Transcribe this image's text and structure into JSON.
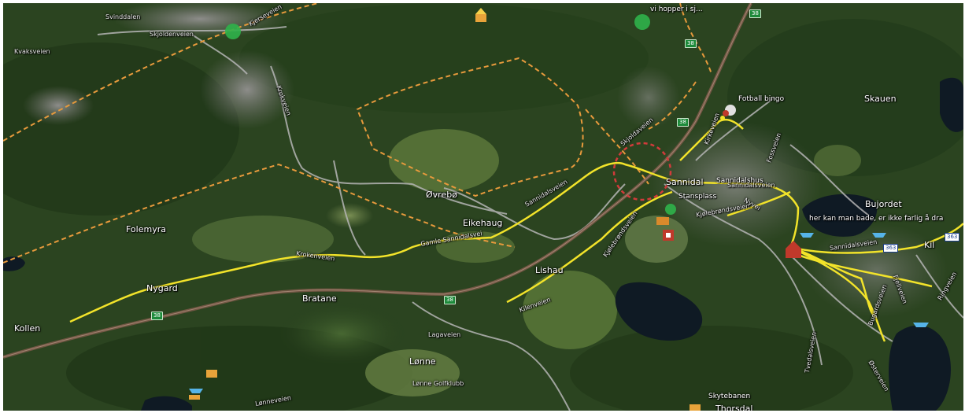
{
  "map": {
    "labels": {
      "folemyra": "Folemyra",
      "nygard": "Nygard",
      "kollen": "Kollen",
      "bratane": "Bratane",
      "ovrebo": "Øvrebø",
      "eikehaug": "Eikehaug",
      "lishau": "Lishau",
      "lonne": "Lønne",
      "sannidal": "Sannidal",
      "skauen": "Skauen",
      "bujordet": "Bujordet",
      "kil": "Kil",
      "thorsdal": "Thorsdal",
      "skytebanen": "Skytebanen",
      "fotball_bingo": "Fotball bingo",
      "vi_hopper": "vi hopper i sj...",
      "her_kan_man_bade": "her kan man bade, er ikke farlig å dra",
      "stansplass": "Stansplass",
      "sannidal_hus": "Sannidalshus",
      "lonne_golfklubb": "Lønne Golfklubb"
    },
    "roads": {
      "svinddalen": "Svinddalen",
      "skjoldenveien": "Skjoldenveien",
      "kvaksveien": "Kvaksveien",
      "krokveien": "Krokveien",
      "kjerseveien": "Kjerseveien",
      "sannidalsveien": "Sannidalsveien",
      "gamle_sannidalsvei": "Gamle Sannidalsvei",
      "krokenveien": "Krokenveien",
      "lonneveien": "Lønneveien",
      "lagaveien": "Lagaveien",
      "kjolebrondsveien": "Kjølebrøndsveien",
      "kilenveien": "Kilenveien",
      "tvedalsveien": "Tvedalsveien",
      "osterveien": "Østerveien",
      "skjoldaveien": "Skjoldaveien",
      "sannidalsveien_east": "Sannidalsveien",
      "sannidalsveien_kil": "Sannidalsveien",
      "ringveien": "Ringveien",
      "bugardsveien": "Bugardsveien",
      "fjellveien": "Fjellveien",
      "kjolebrondsveien_2": "Kjølebrøndsveien",
      "nyvei": "Nyvei",
      "kirkeveien": "Kirkeveien",
      "fossveien": "Fossveien"
    },
    "shields": {
      "r38a": "38",
      "r38b": "38",
      "r38c": "38",
      "r38d": "38",
      "r363": "363",
      "r363b": "363",
      "r38e": "38"
    },
    "colors": {
      "path_yellow": "#f2e32a",
      "boundary_orange": "#e79a3c",
      "road_grey": "#b5b5b5",
      "railway": "#7a5a48",
      "water": "#0f1a24",
      "circle_red": "#d23b3b",
      "green_marker": "#2fb34a"
    },
    "markers": [
      "green-dot-marker",
      "red-dashed-circle",
      "tent-icon",
      "boat-icon",
      "house-icon",
      "football-icon",
      "bench-icon"
    ]
  }
}
